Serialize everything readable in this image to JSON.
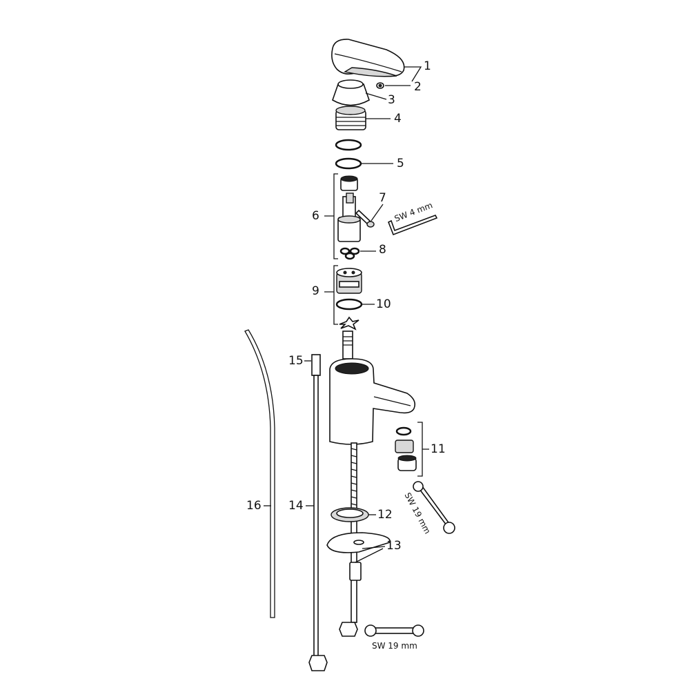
{
  "callouts": [
    "1",
    "2",
    "3",
    "4",
    "5",
    "6",
    "7",
    "8",
    "9",
    "10",
    "11",
    "12",
    "13",
    "14",
    "15",
    "16"
  ],
  "tools": {
    "hex_key": "SW 4 mm",
    "wrench_spout": "SW 19 mm",
    "wrench_bottom": "SW 19 mm"
  }
}
